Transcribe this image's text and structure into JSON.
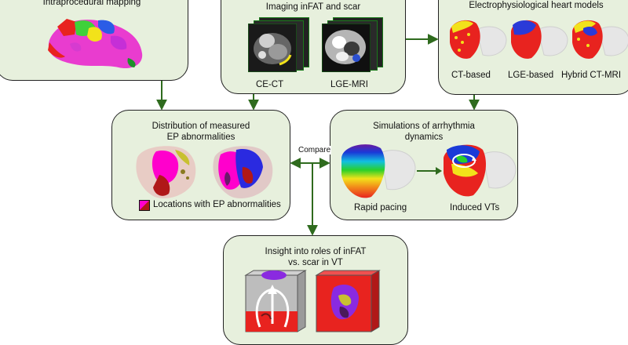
{
  "panels": {
    "mapping": {
      "title": "Intraprocedural mapping"
    },
    "imaging": {
      "title": "Imaging inFAT and scar",
      "labels": [
        "CE-CT",
        "LGE-MRI"
      ]
    },
    "models": {
      "title": "Electrophysiological heart models",
      "labels": [
        "CT-based",
        "LGE-based",
        "Hybrid CT-MRI"
      ]
    },
    "distribution": {
      "title_line1": "Distribution of measured",
      "title_line2": "EP abnormalities",
      "legend": "Locations with EP abnormalities"
    },
    "simulations": {
      "title_line1": "Simulations of arrhythmia",
      "title_line2": "dynamics",
      "labels": [
        "Rapid pacing",
        "Induced VTs"
      ]
    },
    "insight": {
      "title_line1": "Insight into roles of inFAT",
      "title_line2": "vs. scar in VT"
    }
  },
  "connector": {
    "compare_label": "Compare"
  },
  "colors": {
    "panel_fill": "#e7f0dd",
    "arrow": "#2f6b1e",
    "abnormality_magenta": "#ff00cc",
    "scar_red": "#cc1111",
    "fat_yellow": "#f2e21a"
  }
}
